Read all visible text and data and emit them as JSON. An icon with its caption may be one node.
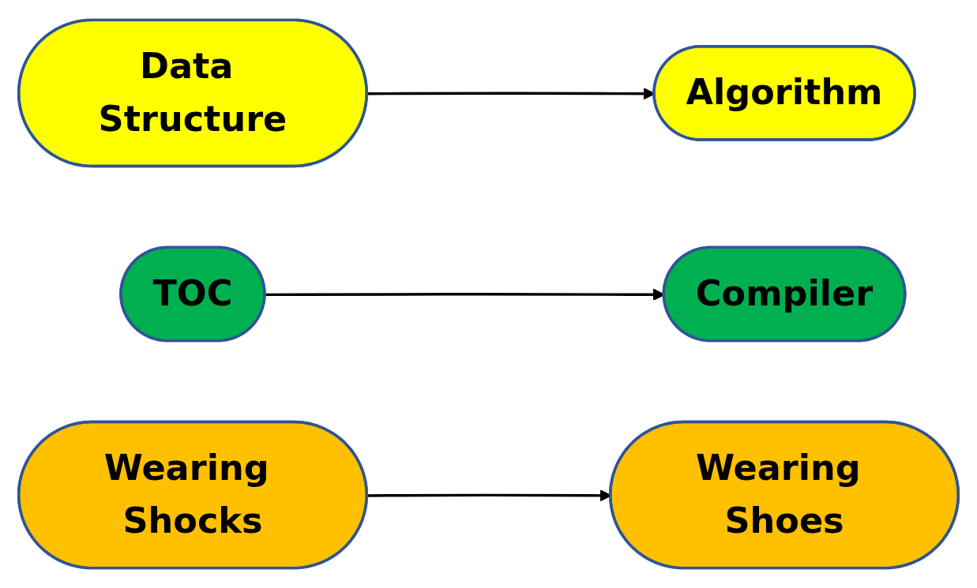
{
  "diagram": {
    "nodes": [
      {
        "text": [
          "Data Structure"
        ]
      },
      {
        "text": [
          "Algorithm"
        ]
      },
      {
        "text": [
          "TOC"
        ]
      },
      {
        "text": [
          "Compiler"
        ]
      },
      {
        "text": [
          "Wearing Shocks"
        ]
      },
      {
        "text": [
          "Wearing Shoes"
        ]
      }
    ],
    "edges": [
      {
        "from": 0,
        "to": 1,
        "arrow": "to"
      },
      {
        "from": 2,
        "to": 3,
        "arrow": "to"
      },
      {
        "from": 4,
        "to": 5,
        "arrow": "to"
      }
    ]
  }
}
